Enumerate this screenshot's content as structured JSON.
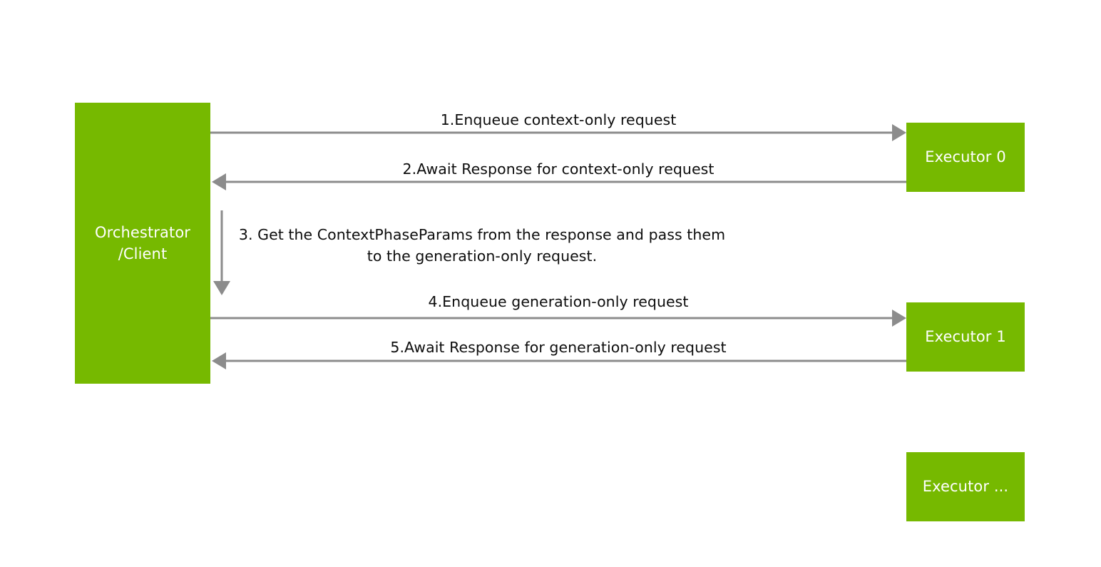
{
  "diagram": {
    "title": "Disaggregated serving sequence diagram",
    "colors": {
      "node_fill": "#76b900",
      "node_text": "#ffffff",
      "arrow": "#8c8c8c",
      "label_text": "#0d0d0d",
      "background": "#ffffff"
    },
    "nodes": [
      {
        "id": "orchestrator",
        "label_line_1": "Orchestrator",
        "label_line_2": "/Client"
      },
      {
        "id": "executor0",
        "label": "Executor 0"
      },
      {
        "id": "executor1",
        "label": "Executor 1"
      },
      {
        "id": "executorN",
        "label": "Executor ..."
      }
    ],
    "messages": [
      {
        "step": "1",
        "label": "1.Enqueue context-only request",
        "from": "orchestrator",
        "to": "executor0",
        "direction": "right"
      },
      {
        "step": "2",
        "label": "2.Await Response for context-only request",
        "from": "executor0",
        "to": "orchestrator",
        "direction": "left"
      },
      {
        "step": "3",
        "label": "3. Get the ContextPhaseParams from the response and pass them to the generation-only request.",
        "label_line_1": "3. Get the ContextPhaseParams from the response and pass",
        "label_line_2": "them to the generation-only request.",
        "from": "orchestrator",
        "to": "orchestrator",
        "direction": "down"
      },
      {
        "step": "4",
        "label": "4.Enqueue generation-only request",
        "from": "orchestrator",
        "to": "executor1",
        "direction": "right"
      },
      {
        "step": "5",
        "label": "5.Await Response for generation-only request",
        "from": "executor1",
        "to": "orchestrator",
        "direction": "left"
      }
    ]
  }
}
